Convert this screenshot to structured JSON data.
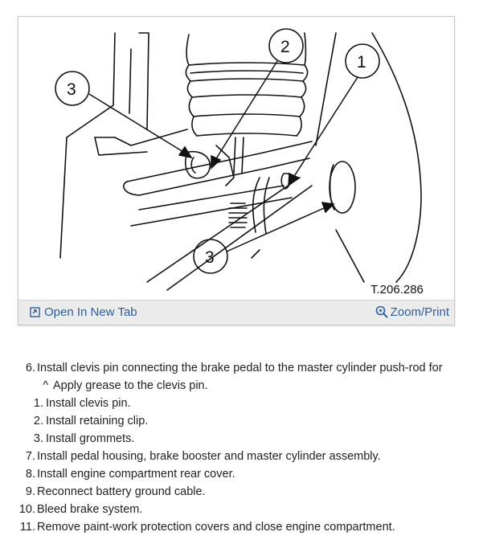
{
  "figure": {
    "code": "T.206.286",
    "callouts": [
      "3",
      "2",
      "1",
      "3"
    ],
    "open_tab_label": "Open In New Tab",
    "zoom_label": "Zoom/Print",
    "link_color": "#2f5d9a"
  },
  "steps": [
    {
      "marker": "6.",
      "text": "Install clevis pin connecting the brake pedal to the master cylinder push-rod for",
      "level": "main"
    },
    {
      "marker": "^",
      "text": "Apply grease to the clevis pin.",
      "level": "note"
    },
    {
      "marker": "1.",
      "text": "Install clevis pin.",
      "level": "sub"
    },
    {
      "marker": "2.",
      "text": "Install retaining clip.",
      "level": "sub"
    },
    {
      "marker": "3.",
      "text": "Install grommets.",
      "level": "sub"
    },
    {
      "marker": "7.",
      "text": "Install pedal housing, brake booster and master cylinder assembly.",
      "level": "main"
    },
    {
      "marker": "8.",
      "text": "Install engine compartment rear cover.",
      "level": "main"
    },
    {
      "marker": "9.",
      "text": "Reconnect battery ground cable.",
      "level": "main"
    },
    {
      "marker": "10.",
      "text": "Bleed brake system.",
      "level": "main"
    },
    {
      "marker": "11.",
      "text": "Remove paint-work protection covers and close engine compartment.",
      "level": "main"
    }
  ]
}
